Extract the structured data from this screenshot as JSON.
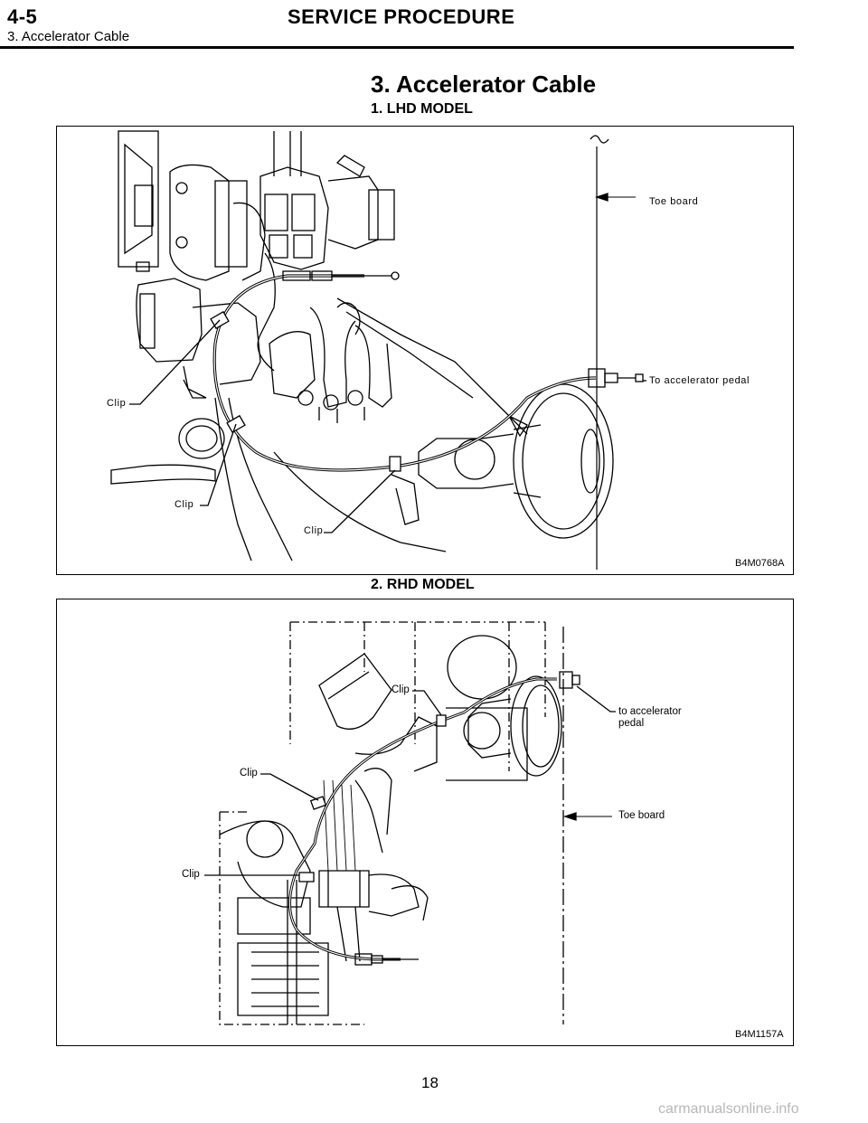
{
  "header": {
    "section_number": "4-5",
    "title": "SERVICE PROCEDURE",
    "subtitle": "3. Accelerator Cable"
  },
  "section_title": "3.  Accelerator Cable",
  "figure1": {
    "heading": "1.  LHD MODEL",
    "code": "B4M0768A",
    "labels": {
      "toe_board": "Toe board",
      "to_pedal": "To accelerator pedal",
      "clip": "Clip"
    }
  },
  "figure2": {
    "heading": "2.  RHD MODEL",
    "code": "B4M1157A",
    "labels": {
      "clip": "Clip",
      "to_pedal_line1": "to accelerator",
      "to_pedal_line2": "pedal",
      "toe_board": "Toe board"
    }
  },
  "page_number": "18",
  "watermark": "carmanualsonline.info"
}
